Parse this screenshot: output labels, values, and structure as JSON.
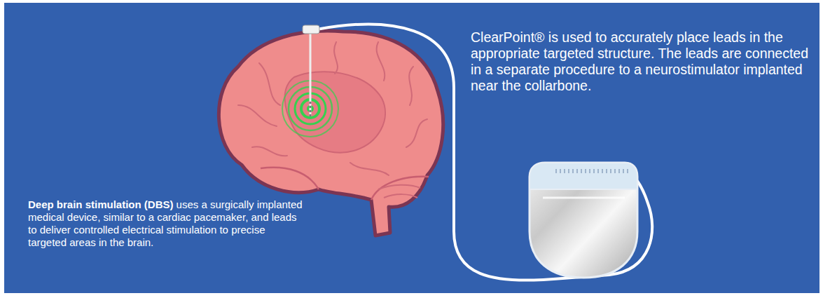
{
  "diagram": {
    "labels": [
      "ClearPoint® is used to accurately place leads in the appropriate targeted structure. The leads are connected in a separate procedure to a neurostimulator implanted near the collarbone.",
      "Deep brain stimulation (DBS)",
      "uses a surgically implanted medical device, similar to a cardiac pacemaker, and leads to deliver controlled electrical stimulation to precise targeted areas in the brain."
    ]
  }
}
